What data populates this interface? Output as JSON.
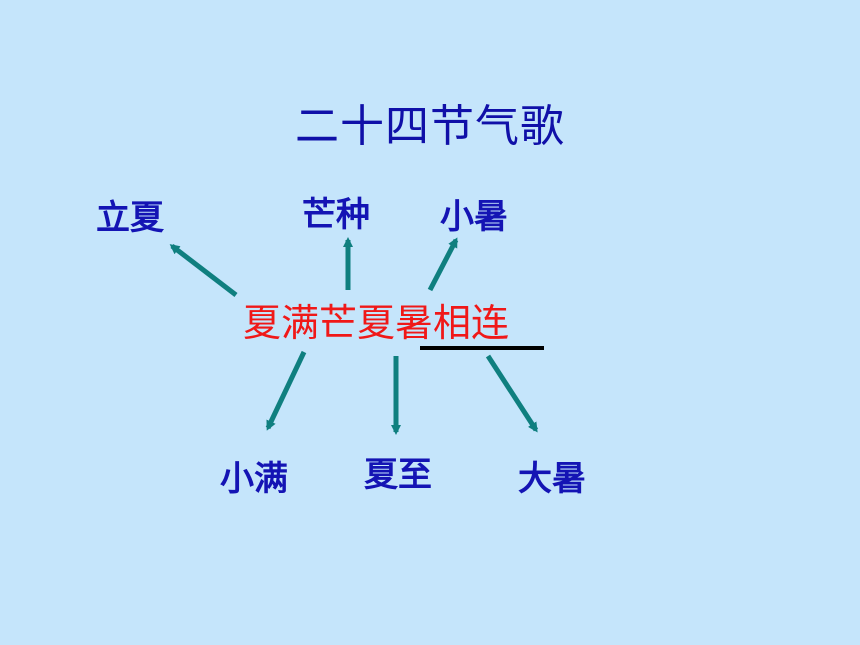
{
  "title": "二十四节气歌",
  "center_text": "夏满芒夏暑相连",
  "terms": {
    "lixia": "立夏",
    "mangzhong": "芒种",
    "xiaoshu": "小暑",
    "xiaoman": "小满",
    "xiazhi": "夏至",
    "dashu": "大暑"
  },
  "colors": {
    "background": "#c5e5fb",
    "title": "#1010a8",
    "terms": "#1414b4",
    "center": "#f01818",
    "arrows": "#0f7f7f"
  }
}
